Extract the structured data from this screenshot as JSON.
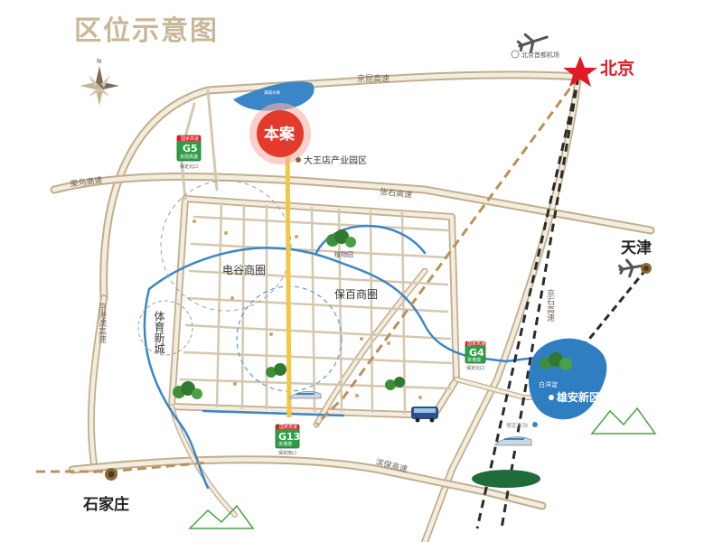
{
  "title": "区位示意图",
  "cities": {
    "beijing": "北京",
    "tianjin": "天津",
    "shijiazhuang": "石家庄"
  },
  "airport": "北京首都机场",
  "project": "本案",
  "reservoir": "满城水库",
  "poi": {
    "industrial_park": "大王店产业园区",
    "plant_park": "植物园",
    "xiongan": "雄安新区",
    "baiyang_lake": "白洋淀",
    "baoding_east": "保定东站"
  },
  "districts": {
    "diangu": "电谷商圈",
    "baobai": "保百商圈",
    "sports": "体育新城"
  },
  "roads": {
    "jingkun": "京昆高速",
    "rongwu": "荣乌高速",
    "zhangshi": "张石高速",
    "jingshi": "京石高速",
    "jinggangao": "京港澳高速",
    "binbao": "滨保高速"
  },
  "highways": [
    {
      "code": "G5",
      "top": "国家高速",
      "name": "京昆高速",
      "exit": "保定北口"
    },
    {
      "code": "G4",
      "top": "国家高速",
      "name": "京港澳",
      "exit": "保定北口"
    },
    {
      "code": "G13",
      "top": "国家高速",
      "name": "京港澳",
      "exit": "保定南口"
    }
  ],
  "map_colors": {
    "road": "#d6c8b0",
    "road_outline": "#bfae8f",
    "river": "#3a86c8",
    "yellow_road": "#f2c744",
    "rail": "#2b2b2b",
    "dashed_route": "#b5935c",
    "project_red": "#e23a2b",
    "beijing_red": "#e01b24",
    "highway_green": "#2e9e46",
    "lake": "#2f7ec2"
  },
  "icons": [
    "compass-icon",
    "airplane-icon",
    "star-icon",
    "tree-icon",
    "train-icon",
    "bus-icon",
    "city-dot-icon"
  ]
}
